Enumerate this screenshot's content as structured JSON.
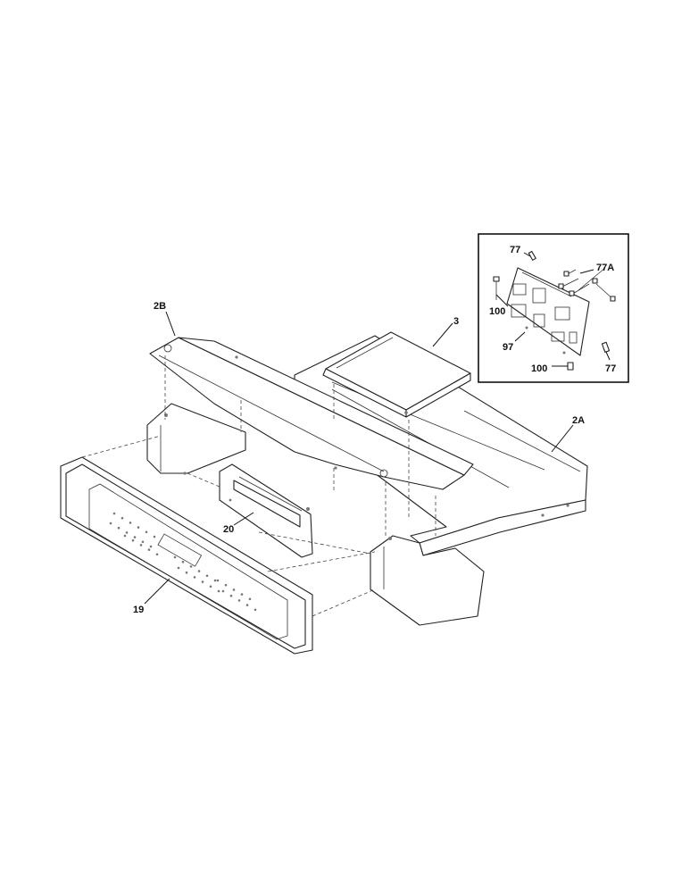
{
  "labels": {
    "control_panel_frame": "2B",
    "control_board_cover": "3",
    "lower_frame": "2A",
    "display_board": "20",
    "control_panel_overlay": "19"
  },
  "inset": {
    "labels": {
      "connector_top": "77",
      "wire_connectors": "77A",
      "standoff_left": "100",
      "control_board": "97",
      "standoff_bottom": "100",
      "connector_bottom": "77"
    }
  }
}
